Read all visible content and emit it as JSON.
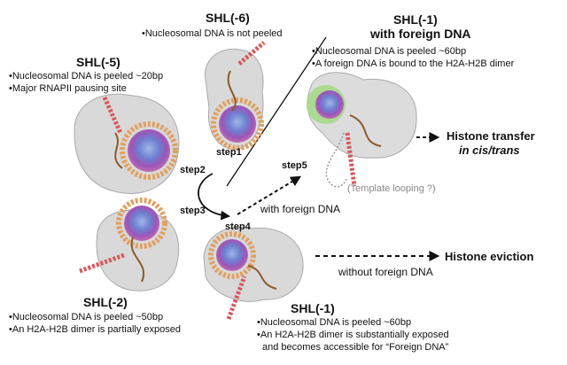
{
  "states": {
    "shl6": {
      "title": "SHL(-6)",
      "notes": [
        "•Nucleosomal DNA is not peeled"
      ]
    },
    "shl5": {
      "title": "SHL(-5)",
      "notes": [
        "•Nucleosomal DNA is peeled ~20bp",
        "•Major RNAPII pausing site"
      ]
    },
    "shl1_foreign": {
      "title": [
        "SHL(-1)",
        "with foreign DNA"
      ],
      "notes": [
        "•Nucleosomal DNA is peeled ~60bp",
        "•A foreign DNA is bound to the H2A-H2B dimer"
      ]
    },
    "shl2": {
      "title": "SHL(-2)",
      "notes": [
        "•Nucleosomal DNA is peeled ~50bp",
        "•An H2A-H2B dimer is partially exposed"
      ]
    },
    "shl1": {
      "title": "SHL(-1)",
      "notes": [
        "•Nucleosomal DNA is peeled ~60bp",
        "•An H2A-H2B dimer is substantially exposed",
        "and becomes accessible for “Foreign DNA”"
      ]
    }
  },
  "steps": [
    "step1",
    "step2",
    "step3",
    "step4",
    "step5"
  ],
  "labels": {
    "with_foreign": "with foreign DNA",
    "without_foreign": "without foreign DNA",
    "template_looping": "(Template looping ?)"
  },
  "outcomes": {
    "transfer": [
      "Histone transfer",
      "in cis/trans"
    ],
    "eviction": "Histone eviction"
  }
}
